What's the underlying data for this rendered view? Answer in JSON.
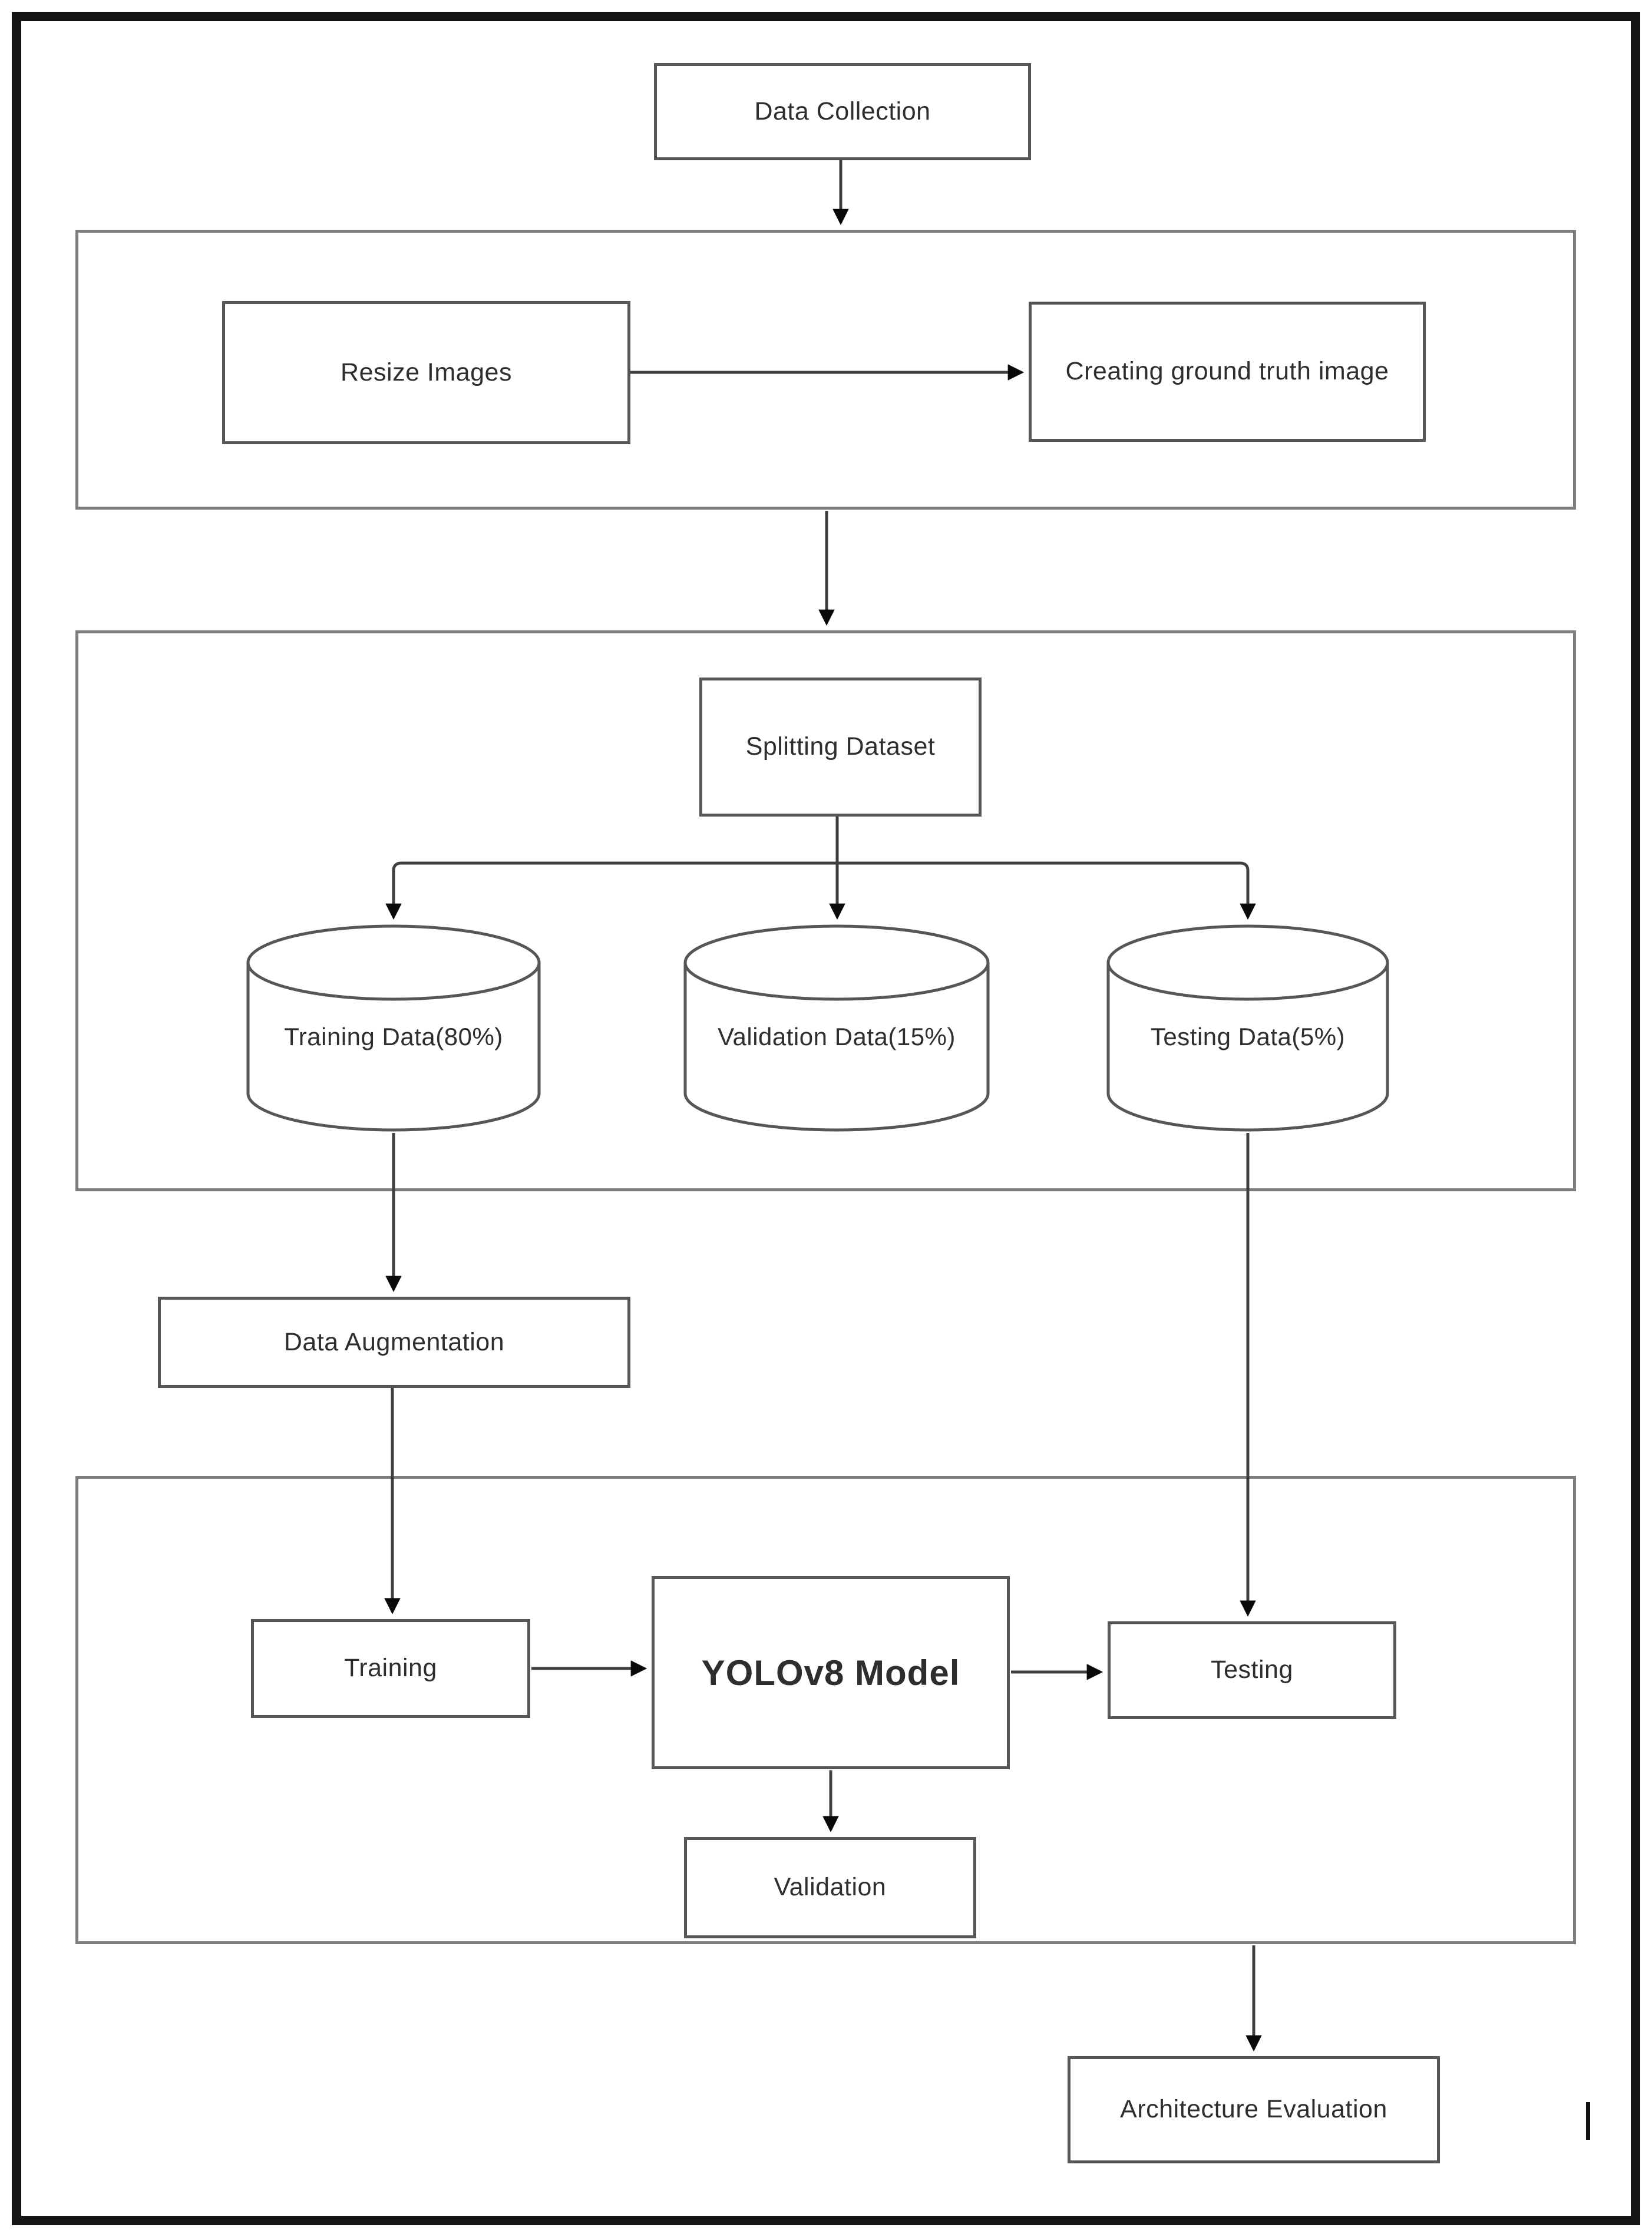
{
  "diagram": {
    "type": "flowchart",
    "nodes": {
      "data_collection": "Data Collection",
      "resize_images": "Resize Images",
      "creating_ground_truth": "Creating ground truth image",
      "splitting_dataset": "Splitting Dataset",
      "training_data": "Training Data(80%)",
      "validation_data": "Validation Data(15%)",
      "testing_data": "Testing Data(5%)",
      "data_augmentation": "Data Augmentation",
      "training": "Training",
      "yolov8_model": "YOLOv8 Model",
      "testing": "Testing",
      "validation": "Validation",
      "architecture_evaluation": "Architecture Evaluation"
    },
    "edges": [
      {
        "from": "Data Collection",
        "to": "Preprocessing stage container"
      },
      {
        "from": "Resize Images",
        "to": "Creating ground truth image"
      },
      {
        "from": "Preprocessing stage container",
        "to": "Dataset splitting stage container"
      },
      {
        "from": "Splitting Dataset",
        "to": "Training Data(80%)"
      },
      {
        "from": "Splitting Dataset",
        "to": "Validation Data(15%)"
      },
      {
        "from": "Splitting Dataset",
        "to": "Testing Data(5%)"
      },
      {
        "from": "Training Data(80%)",
        "to": "Data Augmentation"
      },
      {
        "from": "Data Augmentation",
        "to": "Training"
      },
      {
        "from": "Testing Data(5%)",
        "to": "Testing"
      },
      {
        "from": "Training",
        "to": "YOLOv8 Model"
      },
      {
        "from": "YOLOv8 Model",
        "to": "Testing"
      },
      {
        "from": "YOLOv8 Model",
        "to": "Validation"
      },
      {
        "from": "Model stage container",
        "to": "Architecture Evaluation"
      }
    ],
    "colors": {
      "background": "#ffffff",
      "frame_border": "#151515",
      "container_border": "#7d7d7d",
      "node_border": "#565656",
      "arrow_line": "#3f3f3f",
      "arrowhead": "#0a0a0a",
      "text": "#2e2e2e"
    },
    "artifacts": {
      "text_cursor_visible": true
    }
  }
}
